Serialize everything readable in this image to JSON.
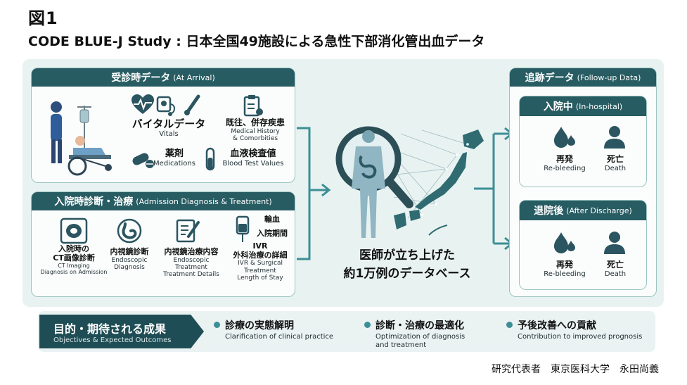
{
  "figure_label": "図1",
  "title": "CODE BLUE-J Study : 日本全国49施設による急性下部消化管出血データ",
  "arrival": {
    "title_jp": "受診時データ",
    "title_en": "(At Arrival)",
    "vitals_jp": "バイタルデータ",
    "vitals_en": "Vitals",
    "history_jp": "既往、併存疾患",
    "history_en1": "Medical History",
    "history_en2": "& Comorbities",
    "meds_jp": "薬剤",
    "meds_en": "Medications",
    "blood_jp": "血液検査値",
    "blood_en": "Blood Test Values"
  },
  "admission": {
    "title_jp": "入院時診断・治療",
    "title_en": "(Admission Diagnosis & Treatment)",
    "ct_jp1": "入院時の",
    "ct_jp2": "CT画像診断",
    "ct_en1": "CT Imaging",
    "ct_en2": "Diagnosis on Admission",
    "endo_jp": "内視鏡診断",
    "endo_en1": "Endoscopic",
    "endo_en2": "Diagnosis",
    "endo_tx_jp": "内視鏡治療内容",
    "endo_tx_en1": "Endoscopic",
    "endo_tx_en2": "Treatment",
    "endo_tx_en3": "Treatment Details",
    "transfusion": "輸血",
    "stay": "入院期間",
    "ivr_jp1": "IVR",
    "ivr_jp2": "外科治療の詳細",
    "ivr_en1": "IVR & Surgical",
    "ivr_en2": "Treatment",
    "ivr_en3": "Length of Stay"
  },
  "center": {
    "line1": "医師が立ち上げた",
    "line2": "約1万例のデータベース"
  },
  "followup": {
    "title_jp": "追跡データ",
    "title_en": "(Follow-up Data)",
    "inhospital_jp": "入院中",
    "inhospital_en": "(In-hospital)",
    "after_jp": "退院後",
    "after_en": "(After Discharge)",
    "rebleed_jp": "再発",
    "rebleed_en": "Re-bleeding",
    "death_jp": "死亡",
    "death_en": "Death"
  },
  "objectives": {
    "label_jp": "目的・期待される成果",
    "label_en": "Objectives & Expected Outcomes",
    "items": [
      {
        "jp": "診療の実態解明",
        "en": "Clarification of clinical practice"
      },
      {
        "jp": "診断・治療の最適化",
        "en": "Optimization of diagnosis and treatment"
      },
      {
        "jp": "予後改善への貢献",
        "en": "Contribution to improved prognosis"
      }
    ]
  },
  "author": "研究代表者　東京医科大学　永田尚義",
  "colors": {
    "header": "#275c62",
    "accent": "#3c8f95",
    "panel_bg": "#e8f2f1",
    "icon": "#2b5560"
  }
}
